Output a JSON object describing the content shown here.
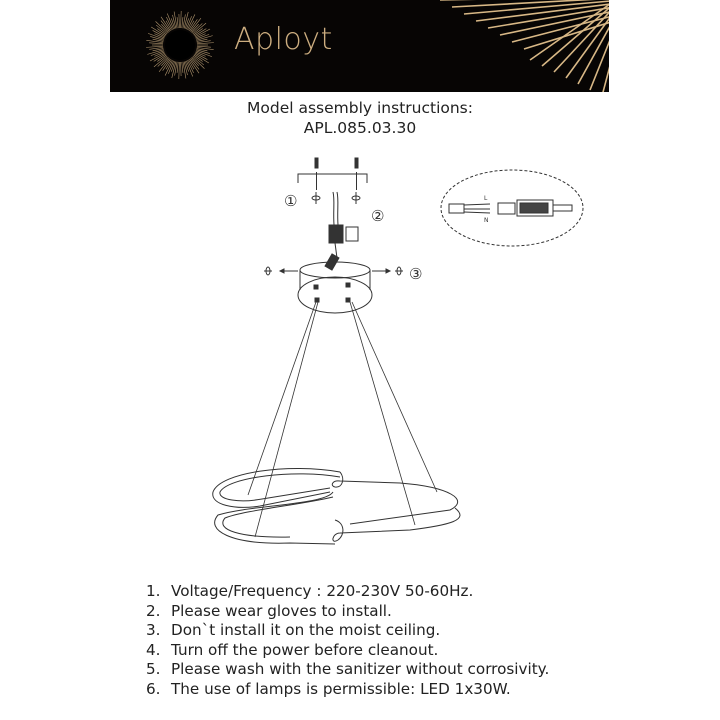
{
  "brand": {
    "name": "Aployt",
    "accent": "#cdae80",
    "background": "#070504"
  },
  "header": {
    "title": "Model assembly instructions:",
    "model": "APL.085.03.30"
  },
  "diagram": {
    "callouts": [
      "①",
      "②",
      "③"
    ],
    "wire_labels": {
      "live": "L",
      "neutral": "N"
    }
  },
  "steps": [
    {
      "num": "1.",
      "text": "Voltage/Frequency : 220-230V 50-60Hz."
    },
    {
      "num": "2.",
      "text": "Please wear gloves to install."
    },
    {
      "num": "3.",
      "text": "Don`t install it on the moist ceiling."
    },
    {
      "num": "4.",
      "text": "Turn off the power before cleanout."
    },
    {
      "num": "5.",
      "text": "Please wash with the sanitizer without corrosivity."
    },
    {
      "num": "6.",
      "text": "The use of lamps is permissible: LED 1x30W."
    }
  ]
}
